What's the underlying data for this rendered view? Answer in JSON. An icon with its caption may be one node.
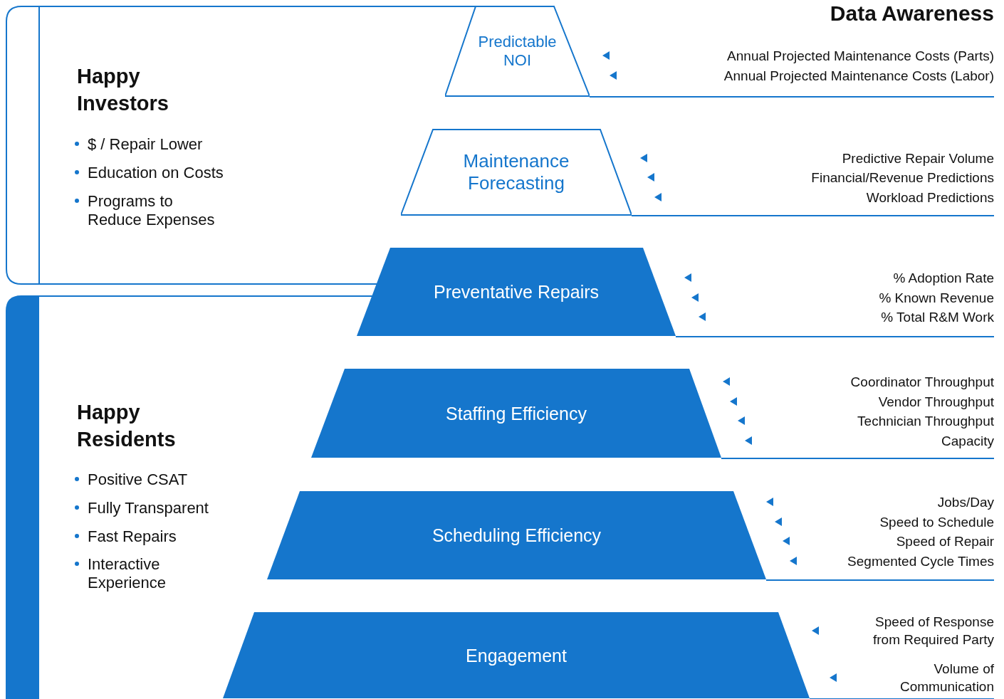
{
  "diagram": {
    "title": "Data Awareness",
    "nodes": [
      {
        "text": [
          "Happy Investors",
          "$ / Repair Lower",
          "Education on Costs",
          "Programs to Reduce Expenses"
        ]
      },
      {
        "text": [
          "Happy Residents",
          "Positive CSAT",
          "Fully Transparent",
          "Fast Repairs",
          "Interactive Experience"
        ]
      },
      {
        "text": [
          "Predictable NOI"
        ],
        "beside": [
          "Annual Projected Maintenance Costs (Parts)",
          "Annual Projected Maintenance Costs (Labor)"
        ]
      },
      {
        "text": [
          "Maintenance Forecasting"
        ],
        "beside": [
          "Predictive Repair Volume",
          "Financial/Revenue Predictions",
          "Workload Predictions"
        ]
      },
      {
        "text": [
          "Preventative Repairs"
        ],
        "beside": [
          "% Adoption Rate",
          "% Known Revenue",
          "% Total R&M Work"
        ]
      },
      {
        "text": [
          "Staffing Efficiency"
        ],
        "beside": [
          "Coordinator Throughput",
          "Vendor Throughput",
          "Technician Throughput",
          "Capacity"
        ]
      },
      {
        "text": [
          "Scheduling Efficiency"
        ],
        "beside": [
          "Jobs/Day",
          "Speed to Schedule",
          "Speed of Repair",
          "Segmented Cycle Times"
        ]
      },
      {
        "text": [
          "Engagement"
        ],
        "beside": [
          "Speed of Response from Required Party",
          "Volume of Communication"
        ]
      }
    ],
    "edges": []
  }
}
